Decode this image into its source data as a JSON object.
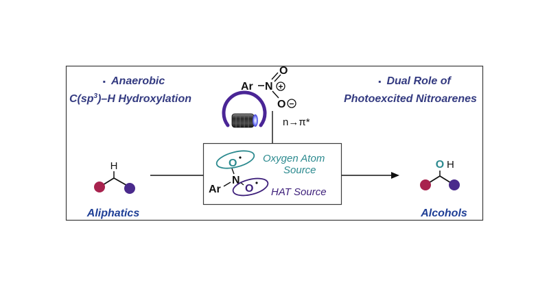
{
  "header": {
    "left": {
      "bullet": "▪",
      "line1": "Anaerobic",
      "line2_prefix": "C(sp",
      "line2_sup": "3",
      "line2_suffix": ")–H Hydroxylation"
    },
    "right": {
      "bullet": "▪",
      "line1": "Dual Role of",
      "line2": "Photoexcited Nitroarenes"
    }
  },
  "nitroarene": {
    "ar": "Ar",
    "dash": "–",
    "n": "N",
    "plus": "+",
    "o_top": "O",
    "o_bottom": "O",
    "minus": "−"
  },
  "excitation_label": "n→π*",
  "center_box": {
    "radical_o_top": "O",
    "radical_o_bottom": "O",
    "n": "N",
    "ar": "Ar",
    "label_top_line1": "Oxygen Atom",
    "label_top_line2": "Source",
    "label_bottom": "HAT Source"
  },
  "substrate": {
    "h_label": "H",
    "caption": "Aliphatics"
  },
  "product": {
    "o_label": "O",
    "h_label": "H",
    "caption": "Alcohols"
  },
  "colors": {
    "navy_text": "#333a80",
    "caption_blue": "#1f3f96",
    "teal": "#2c8a8f",
    "purple": "#3d1f7a",
    "atom_red": "#a8234e",
    "atom_purple": "#4a2a8c",
    "lamp_arc": "#4a2596"
  },
  "icons": [
    "lamp-icon"
  ]
}
